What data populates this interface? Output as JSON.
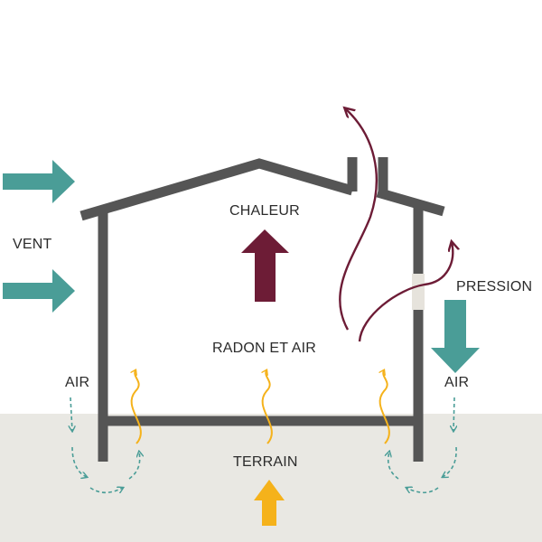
{
  "labels": {
    "heat": "CHALEUR",
    "wind": "VENT",
    "pressure": "PRESSION",
    "radon_air": "RADON ET AIR",
    "air_left": "AIR",
    "air_right": "AIR",
    "ground": "TERRAIN"
  },
  "colors": {
    "ground_fill": "#e9e8e3",
    "house_walls": "#555555",
    "vent_band": "#e6e3dc",
    "wind_arrows": "#4a9d97",
    "heat_arrow": "#6d1c36",
    "soil_arrow": "#f5b21b",
    "radon_waves": "#f5b21b",
    "circulation_arrows": "#4a9d97",
    "exhaust_curves": "#6d1c36",
    "text": "#2b2b2b"
  },
  "icons": {
    "wind": "arrow-right-icon",
    "heat": "arrow-up-icon",
    "pressure": "arrow-down-icon",
    "soil": "arrow-up-icon"
  }
}
